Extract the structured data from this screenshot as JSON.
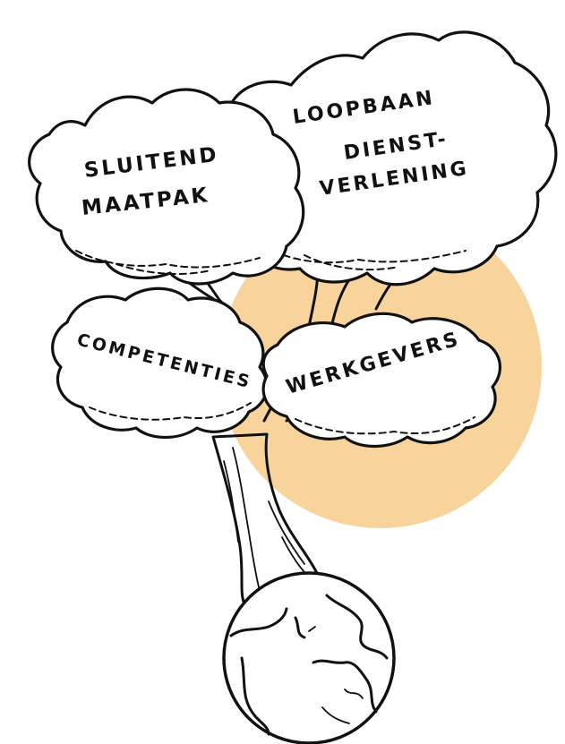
{
  "colors": {
    "sun": "#f8d49c",
    "ink": "#111111",
    "background": "#ffffff"
  },
  "canopies": {
    "top_left": {
      "line1": "SLUITEND",
      "line2": "MAATPAK"
    },
    "top_right": {
      "line1": "LOOPBAAN",
      "line2": "DIENST-",
      "line3": "VERLENING"
    },
    "middle_left": {
      "text": "COMPETENTIES"
    },
    "middle_right": {
      "text": "WERKGEVERS"
    }
  },
  "icons": [
    "sun-circle",
    "tree-trunk",
    "globe-icon"
  ]
}
